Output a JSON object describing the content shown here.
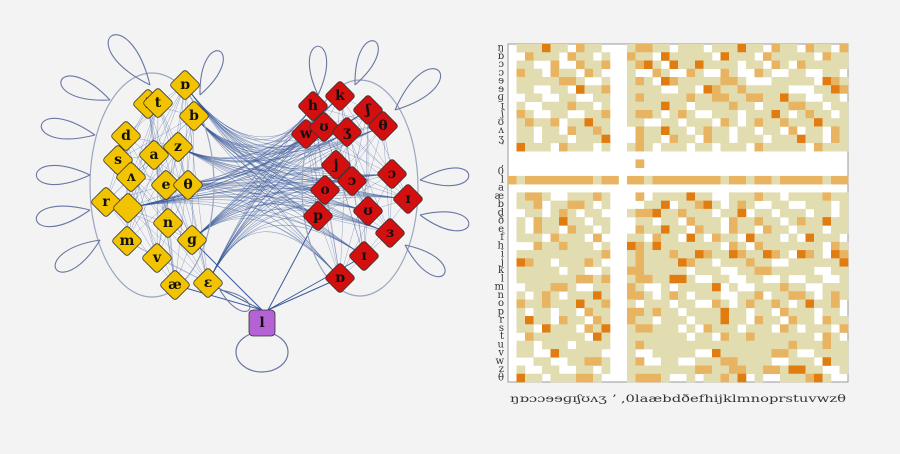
{
  "colors": {
    "yellow_node": "#f2c300",
    "red_node": "#d40f0f",
    "purple_node": "#b562d4",
    "edge": "#3b5a9a",
    "heat_low": "#e2ddb0",
    "heat_mid": "#e8b461",
    "heat_high": "#e07c10"
  },
  "network": {
    "yellow_nodes": [
      "ɒ",
      "l",
      "t",
      "b",
      "d",
      "a",
      "z",
      "s",
      "ʌ",
      "e",
      "θ",
      "r",
      "",
      "n",
      "m",
      "ɡ",
      "v",
      "æ",
      "ɛ"
    ],
    "red_nodes": [
      "h",
      "k",
      "w",
      "ʊ",
      "ʒ",
      "ʃ",
      "θ",
      "j",
      "ɔ",
      "ɔ",
      "o",
      "ɪ",
      "p",
      "ʊ",
      "ɜ",
      "ɪ",
      "ɒ"
    ],
    "purple_nodes": [
      "l"
    ]
  },
  "chart_data": {
    "type": "heatmap",
    "y_labels": [
      "ŋ",
      "ɒ",
      "ɔ",
      "ɔ",
      "ɘ",
      "ɘ",
      "ɡ",
      "ɪ",
      "ʃ",
      "ʊ",
      "ʌ",
      "ʒ",
      "ʼ",
      "",
      ",",
      "0",
      "l",
      "a",
      "æ",
      "b",
      "d",
      "ð",
      "e",
      "f",
      "h",
      "i",
      "j",
      "k",
      "l",
      "m",
      "n",
      "o",
      "p",
      "r",
      "s",
      "t",
      "u",
      "v",
      "w",
      "z",
      "θ"
    ],
    "x_labels": [
      "ŋ",
      "ɒ",
      "ɔ",
      "ɔ",
      "ɘ",
      "ɘ",
      "ɡ",
      "ɪ",
      "ʃ",
      "ʊ",
      "ʌ",
      "ʒ",
      "ʼ",
      ",",
      "0",
      "l",
      "a",
      "æ",
      "b",
      "d",
      "ð",
      "e",
      "f",
      "h",
      "i",
      "j",
      "k",
      "l",
      "m",
      "n",
      "o",
      "p",
      "r",
      "s",
      "t",
      "u",
      "v",
      "w",
      "z",
      "θ"
    ],
    "x_tick_text": "ŋɒɔɔɘɘɡɪʃʊʌʒ ʼ ,0laæbdðefhijklmnoprstuvwzθ",
    "value_levels": [
      "white",
      "low",
      "mid",
      "high"
    ]
  }
}
